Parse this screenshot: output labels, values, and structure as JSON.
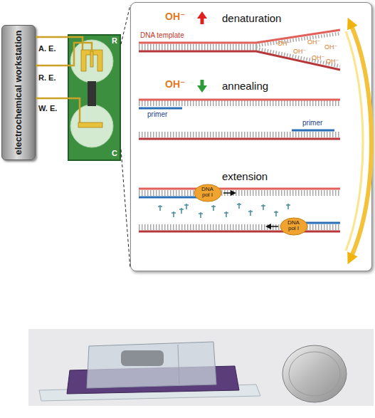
{
  "diagram": {
    "nodes": [
      {
        "text": [
          "electrochemical workstation"
        ]
      },
      {
        "text": [
          "R",
          "C"
        ]
      },
      {
        "text": [
          "denaturation",
          "annealing",
          "extension"
        ]
      },
      {
        "text": [
          "DNA pol I"
        ],
        "in": 2
      },
      {
        "text": [
          "DNA pol I"
        ],
        "in": 2
      }
    ],
    "edges": [
      {
        "from": 0,
        "to": 1,
        "label": "A. E.",
        "arrow": "none"
      },
      {
        "from": 0,
        "to": 1,
        "label": "R. E.",
        "arrow": "none"
      },
      {
        "from": 0,
        "to": 1,
        "label": "W. E.",
        "arrow": "none"
      },
      {
        "from": 1,
        "to": 2,
        "arrow": "none"
      },
      {
        "from": 1,
        "to": 2,
        "arrow": "none"
      }
    ],
    "labels": [
      "OH⁻",
      "DNA template",
      "OH⁻",
      "OH⁻",
      "OH⁻",
      "OH⁻",
      "OH⁻",
      "OH⁻",
      "OH⁻",
      "primer",
      "primer"
    ]
  }
}
